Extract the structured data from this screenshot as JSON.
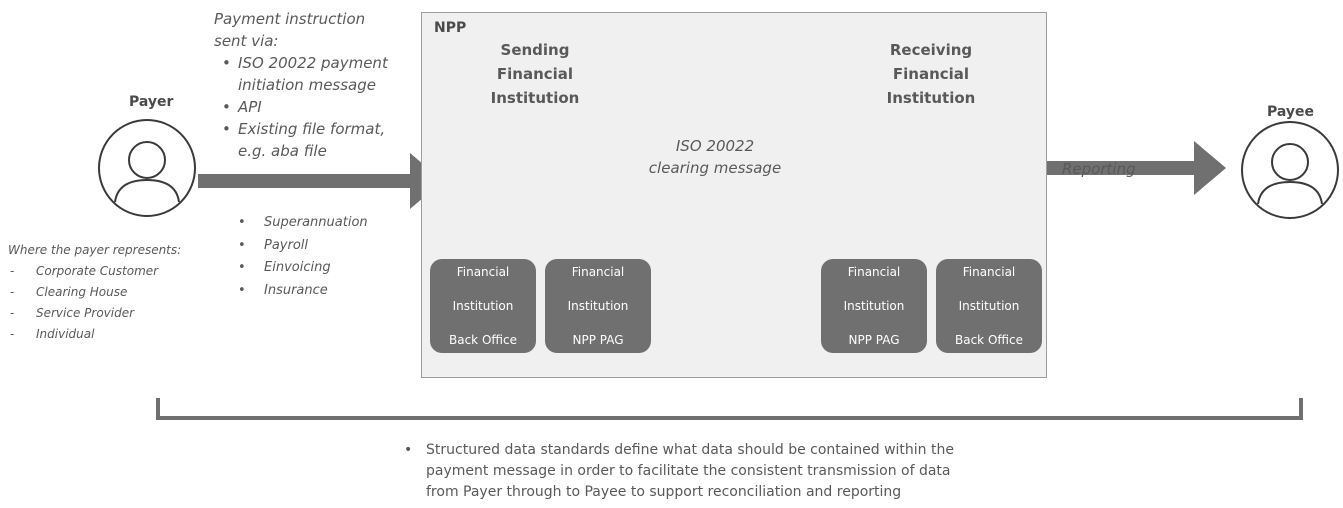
{
  "npp_label": "NPP",
  "payer": {
    "label": "Payer"
  },
  "payee": {
    "label": "Payee"
  },
  "payment_instruction": {
    "title_line1": "Payment instruction",
    "title_line2": "sent via:",
    "items": [
      "ISO 20022 payment",
      "initiation message",
      "API",
      "Existing file format,",
      "e.g. aba file"
    ]
  },
  "use_cases": [
    "Superannuation",
    "Payroll",
    "Einvoicing",
    "Insurance"
  ],
  "payer_represents": {
    "title": "Where the payer represents:",
    "items": [
      "Corporate Customer",
      "Clearing House",
      "Service Provider",
      "Individual"
    ]
  },
  "sending_fi": {
    "title_lines": [
      "Sending",
      "Financial",
      "Institution"
    ],
    "boxes": [
      [
        "Financial",
        "Institution",
        "Back Office"
      ],
      [
        "Financial",
        "Institution",
        "NPP PAG"
      ]
    ]
  },
  "receiving_fi": {
    "title_lines": [
      "Receiving",
      "Financial",
      "Institution"
    ],
    "boxes": [
      [
        "Financial",
        "Institution",
        "NPP PAG"
      ],
      [
        "Financial",
        "Institution",
        "Back Office"
      ]
    ]
  },
  "clearing_message": {
    "line1": "ISO 20022",
    "line2": "clearing message"
  },
  "reporting_label": "Reporting",
  "note": {
    "lines": [
      "Structured data standards define what data should be contained within the",
      "payment message in order to facilitate the consistent transmission of data",
      "from Payer through to Payee to support reconciliation and reporting"
    ]
  },
  "colors": {
    "arrow": "#707070",
    "box": "#707070",
    "npp_bg": "#f1f0f0",
    "text": "#595959"
  }
}
